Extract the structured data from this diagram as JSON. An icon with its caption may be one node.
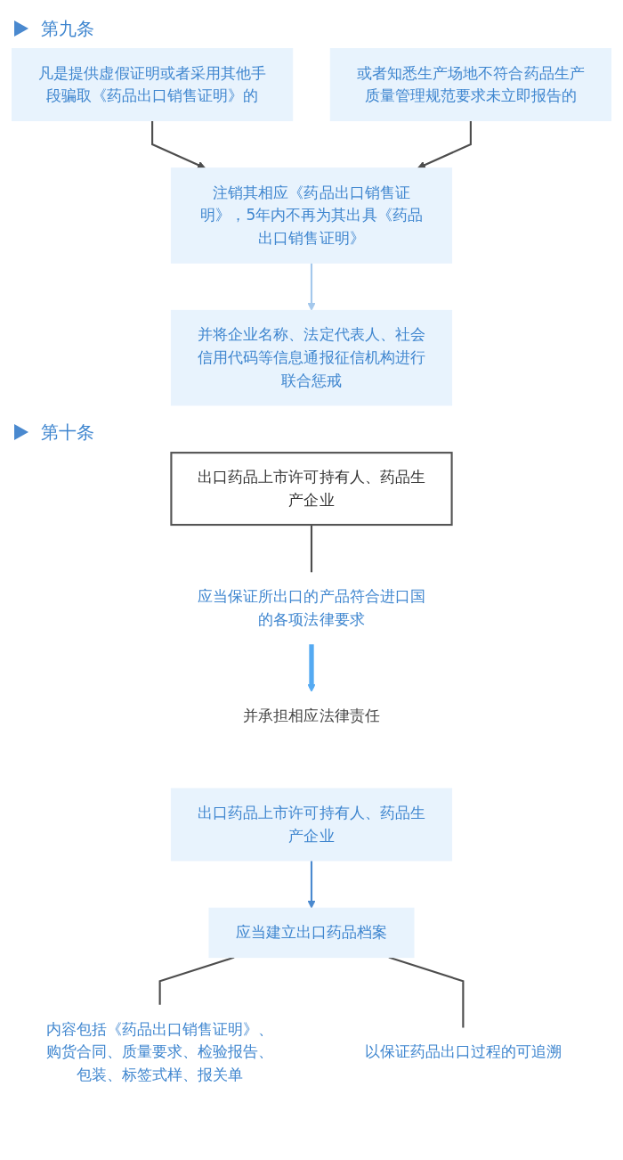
{
  "diagram": {
    "nodes": [
      {
        "text": [
          "凡是提供虚假证明或者采用其他手段骗取《药品出口销售证明》的"
        ]
      },
      {
        "text": [
          "或者知悉生产场地不符合药品生产质量管理规范要求未立即报告的"
        ]
      },
      {
        "text": [
          "注销其相应《药品出口销售证明》，5年内不再为其出具《药品出口销售证明》"
        ]
      },
      {
        "text": [
          "并将企业名称、法定代表人、社会信用代码等信息通报征信机构进行联合惩戒"
        ]
      },
      {
        "text": [
          "出口药品上市许可持有人、药品生产企业"
        ]
      },
      {
        "text": [
          "应当保证所出口的产品符合进口国的各项法律要求"
        ]
      },
      {
        "text": [
          "并承担相应法律责任"
        ]
      },
      {
        "text": [
          "出口药品上市许可持有人、药品生产企业"
        ]
      },
      {
        "text": [
          "应当建立出口药品档案"
        ]
      },
      {
        "text": [
          "内容包括《药品出口销售证明》、购货合同、质量要求、检验报告、包装、标签式样、报关单"
        ]
      },
      {
        "text": [
          "以保证药品出口过程的可追溯"
        ]
      }
    ],
    "edges": [
      {
        "from": 0,
        "to": 2,
        "arrow": "to"
      },
      {
        "from": 1,
        "to": 2,
        "arrow": "to"
      },
      {
        "from": 2,
        "to": 3,
        "arrow": "to",
        "color": "#a4c8ec"
      },
      {
        "from": 4,
        "to": 5,
        "arrow": "none"
      },
      {
        "from": 5,
        "to": 6,
        "arrow": "to",
        "style": "thick",
        "color": "#55aaf2"
      },
      {
        "from": 7,
        "to": 8,
        "arrow": "to",
        "color": "#4a89cf"
      },
      {
        "from": 8,
        "to": 9,
        "arrow": "none"
      },
      {
        "from": 8,
        "to": 10,
        "arrow": "none"
      }
    ],
    "labels": [
      "第九条",
      "第十条"
    ]
  }
}
